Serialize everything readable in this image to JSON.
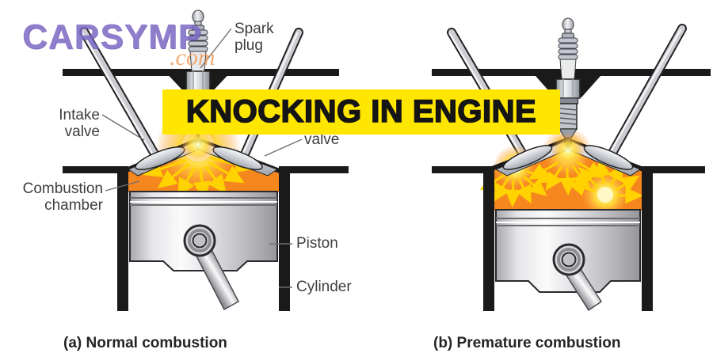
{
  "watermark": {
    "name": "CARSYMP",
    "tld": ".com"
  },
  "banner": {
    "title": "KNOCKING IN ENGINE"
  },
  "labels": {
    "spark_plug": "Spark plug",
    "intake_valve": "Intake valve",
    "exhaust_valve_visible": "valve",
    "combustion_chamber": "Combustion chamber",
    "piston": "Piston",
    "cylinder": "Cylinder"
  },
  "captions": {
    "left": "(a) Normal combustion",
    "right": "(b) Premature combustion"
  },
  "colors": {
    "banner_yellow": "#FFE600",
    "chamber_orange": "#F6871F",
    "flame_arrow_yellow": "#FFD200",
    "outline_black": "#1A1A1A",
    "watermark_purple": "#7B68C4",
    "watermark_orange": "#F09E5E",
    "label_gray": "#3E3E40"
  }
}
